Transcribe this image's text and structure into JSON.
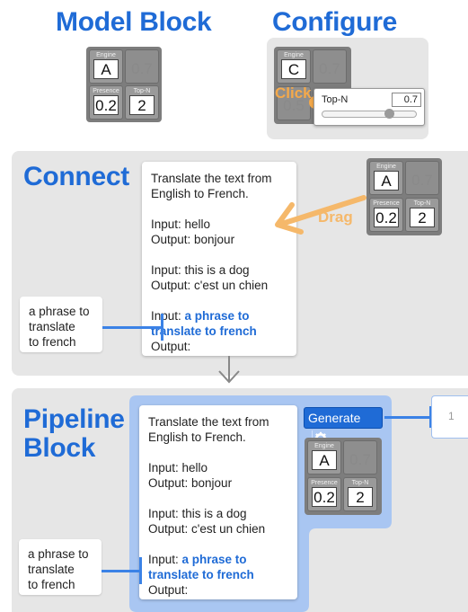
{
  "headings": {
    "model_block": "Model Block",
    "configure": "Configure",
    "connect": "Connect",
    "pipeline_line1": "Pipeline",
    "pipeline_line2": "Block"
  },
  "model_block": {
    "engine_label": "Engine",
    "engine_value": "A",
    "temp_value": "0.7",
    "presence_label": "Presence",
    "presence_value": "0.2",
    "topn_label": "Top-N",
    "topn_value": "2"
  },
  "configure": {
    "engine_label": "Engine",
    "engine_value": "C",
    "temp_value": "0.7",
    "dim_value": "0.5",
    "click_label": "Click",
    "popup_label": "Top-N",
    "popup_value": "0.7",
    "slider_level": 0.73
  },
  "connect": {
    "drag_label": "Drag",
    "prompt": {
      "line1": "Translate the text from",
      "line2": "English to French.",
      "input1": "Input: hello",
      "output1": "Output: bonjour",
      "input2": "Input: this is a dog",
      "output2": "Output: c'est un chien",
      "input3_prefix": "Input: ",
      "input3_hl1": "a phrase to",
      "input3_hl2": "translate to french",
      "output3": "Output:"
    },
    "phrase_line1": "a phrase to",
    "phrase_line2": "translate",
    "phrase_line3": "to french"
  },
  "pipeline": {
    "generate_label": "Generate",
    "output_count": "1",
    "prompt": {
      "line1": "Translate the text from",
      "line2": "English to French.",
      "input1": "Input: hello",
      "output1": "Output: bonjour",
      "input2": "Input: this is a dog",
      "output2": "Output: c'est un chien",
      "input3_prefix": "Input: ",
      "input3_hl1": "a phrase to",
      "input3_hl2": "translate to french",
      "output3": "Output:"
    },
    "phrase_line1": "a phrase to",
    "phrase_line2": "translate",
    "phrase_line3": "to french"
  },
  "colors": {
    "accent": "#1f6bd6",
    "drag_arrow": "#f5b86a",
    "panel": "#e6e6e6"
  }
}
